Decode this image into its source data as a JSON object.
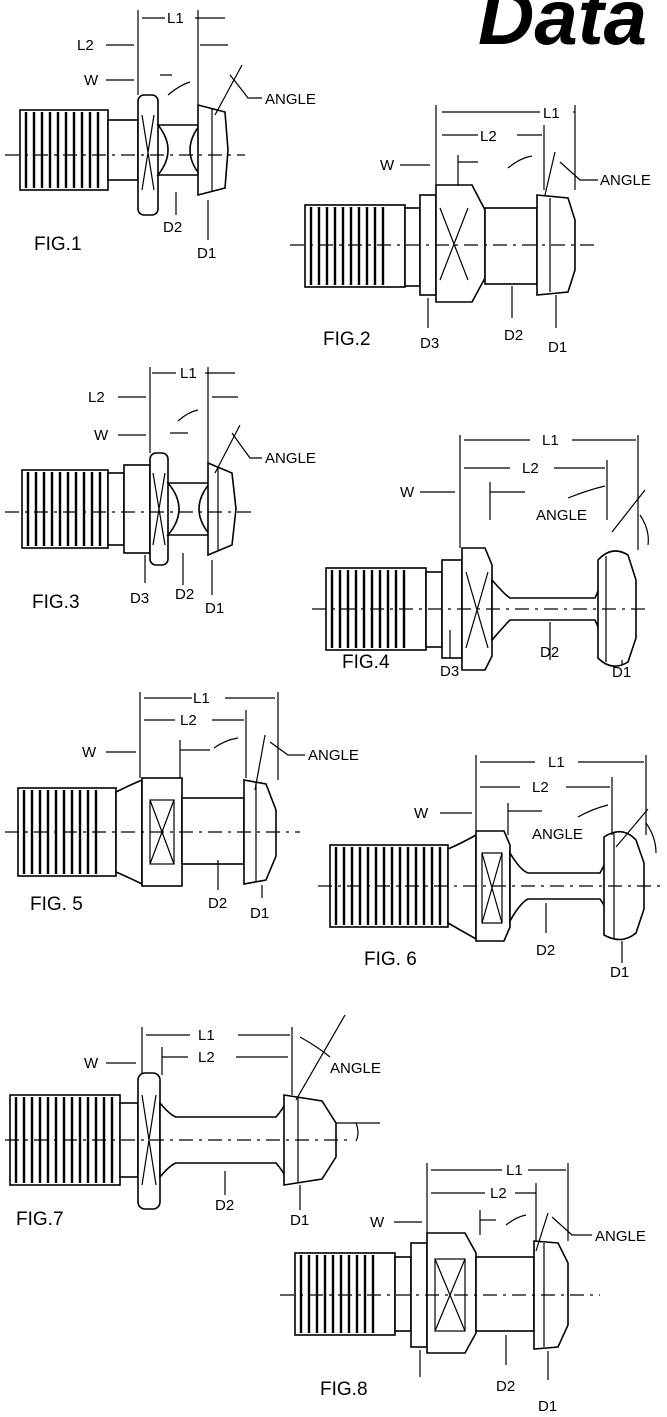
{
  "header": {
    "title": "Data"
  },
  "labels": {
    "l1": "L1",
    "l2": "L2",
    "w": "W",
    "angle": "ANGLE",
    "d1": "D1",
    "d2": "D2",
    "d3": "D3"
  },
  "figures": [
    {
      "caption": "FIG.1"
    },
    {
      "caption": "FIG.2"
    },
    {
      "caption": "FIG.3"
    },
    {
      "caption": "FIG.4"
    },
    {
      "caption": "FIG. 5"
    },
    {
      "caption": "FIG. 6"
    },
    {
      "caption": "FIG.7"
    },
    {
      "caption": "FIG.8"
    }
  ]
}
